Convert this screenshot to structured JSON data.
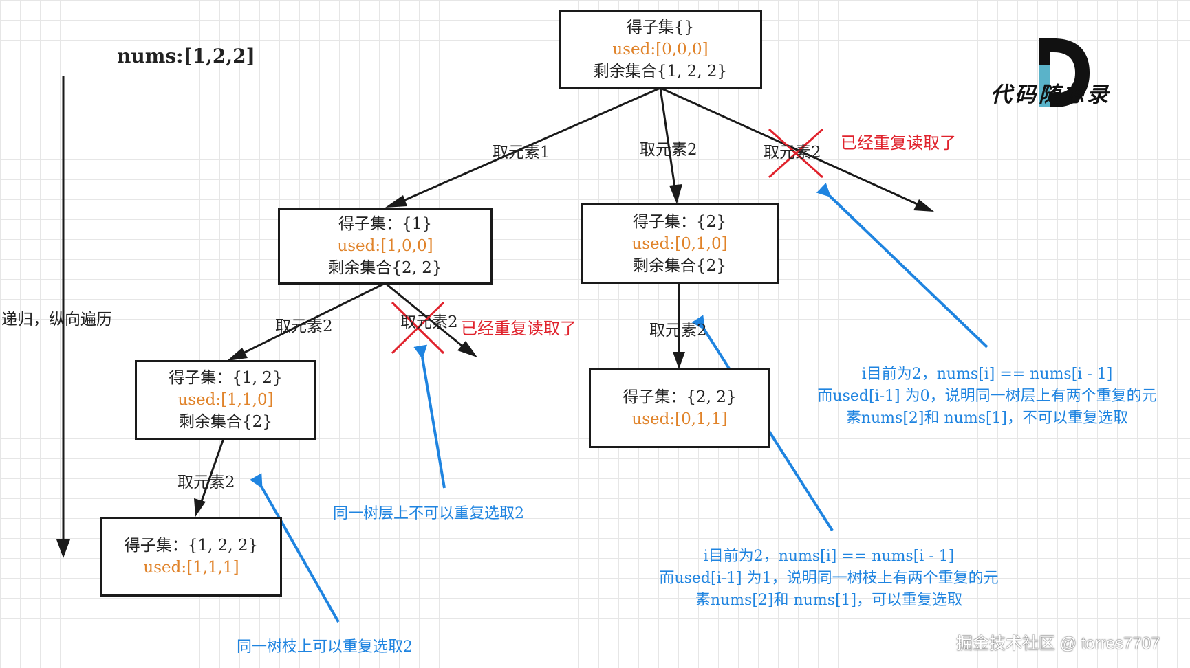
{
  "title": "nums:[1,2,2]",
  "side_label": "递归，纵向遍历",
  "logo": {
    "text": "代码随想录"
  },
  "watermark": "掘金技术社区 @ torres7707",
  "nodes": {
    "root": {
      "line1": "得子集{}",
      "used": "used:[0,0,0]",
      "line3": "剩余集合{1, 2, 2}"
    },
    "n1": {
      "line1": "得子集：{1}",
      "used": "used:[1,0,0]",
      "line3": "剩余集合{2, 2}"
    },
    "n2": {
      "line1": "得子集：{2}",
      "used": "used:[0,1,0]",
      "line3": "剩余集合{2}"
    },
    "n12": {
      "line1": "得子集：{1, 2}",
      "used": "used:[1,1,0]",
      "line3": "剩余集合{2}"
    },
    "n22": {
      "line1": "得子集：{2, 2}",
      "used": "used:[0,1,1]"
    },
    "n122": {
      "line1": "得子集：{1, 2, 2}",
      "used": "used:[1,1,1]"
    }
  },
  "edges": {
    "root_to_n1": "取元素1",
    "root_to_n2": "取元素2",
    "root_to_x": "取元素2",
    "n1_to_n12": "取元素2",
    "n1_to_x": "取元素2",
    "n2_to_n22": "取元素2",
    "n12_to_n122": "取元素2"
  },
  "annotations": {
    "dup_top": "已经重复读取了",
    "dup_mid": "已经重复读取了",
    "layer_no": "同一树层上不可以重复选取2",
    "branch_yes": "同一树枝上可以重复选取2",
    "right_top": [
      "i目前为2，nums[i] == nums[i - 1]",
      "而used[i-1] 为0，说明同一树层上有两个重复的元",
      "素nums[2]和 nums[1]，不可以重复选取"
    ],
    "right_bottom": [
      "i目前为2，nums[i] == nums[i - 1]",
      "而used[i-1] 为1，说明同一树枝上有两个重复的元",
      "素nums[2]和 nums[1]，可以重复选取"
    ]
  },
  "colors": {
    "used": "#e0832a",
    "red": "#e0232d",
    "blue": "#1f84e0",
    "line": "#1a1a1a"
  }
}
